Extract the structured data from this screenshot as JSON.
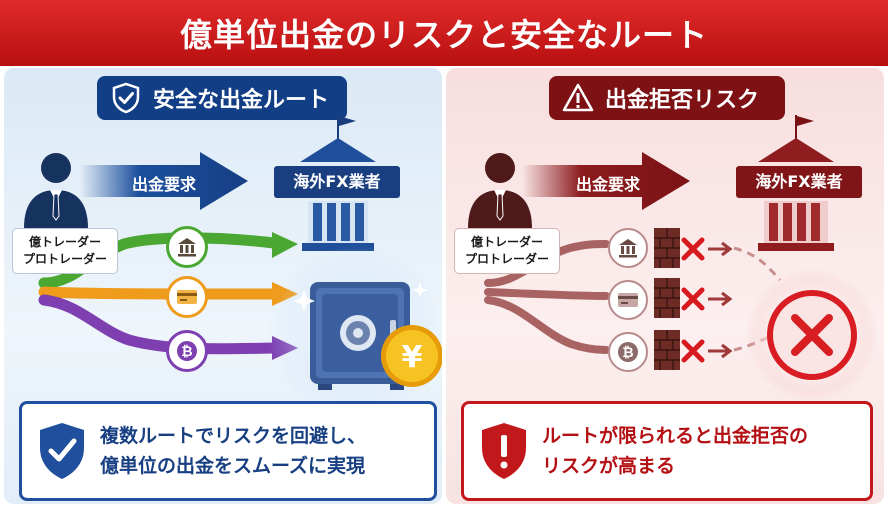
{
  "title": "億単位出金のリスクと安全なルート",
  "safe_panel": {
    "header": "安全な出金ルート",
    "person_label_line1": "億トレーダー",
    "person_label_line2": "プロトレーダー",
    "request_label": "出金要求",
    "broker_label": "海外FX業者",
    "routes": [
      "bank-icon",
      "card-icon",
      "bitcoin-icon"
    ],
    "message_line1": "複数ルートでリスクを回避し、",
    "message_line2": "億単位の出金をスムーズに実現",
    "accent_color": "#1f4f9d"
  },
  "risk_panel": {
    "header": "出金拒否リスク",
    "person_label_line1": "億トレーダー",
    "person_label_line2": "プロトレーダー",
    "request_label": "出金要求",
    "broker_label": "海外FX業者",
    "routes": [
      "bank-icon",
      "card-icon",
      "bitcoin-icon"
    ],
    "message_line1": "ルートが限られると出金拒否の",
    "message_line2": "リスクが高まる",
    "accent_color": "#c2181b"
  }
}
